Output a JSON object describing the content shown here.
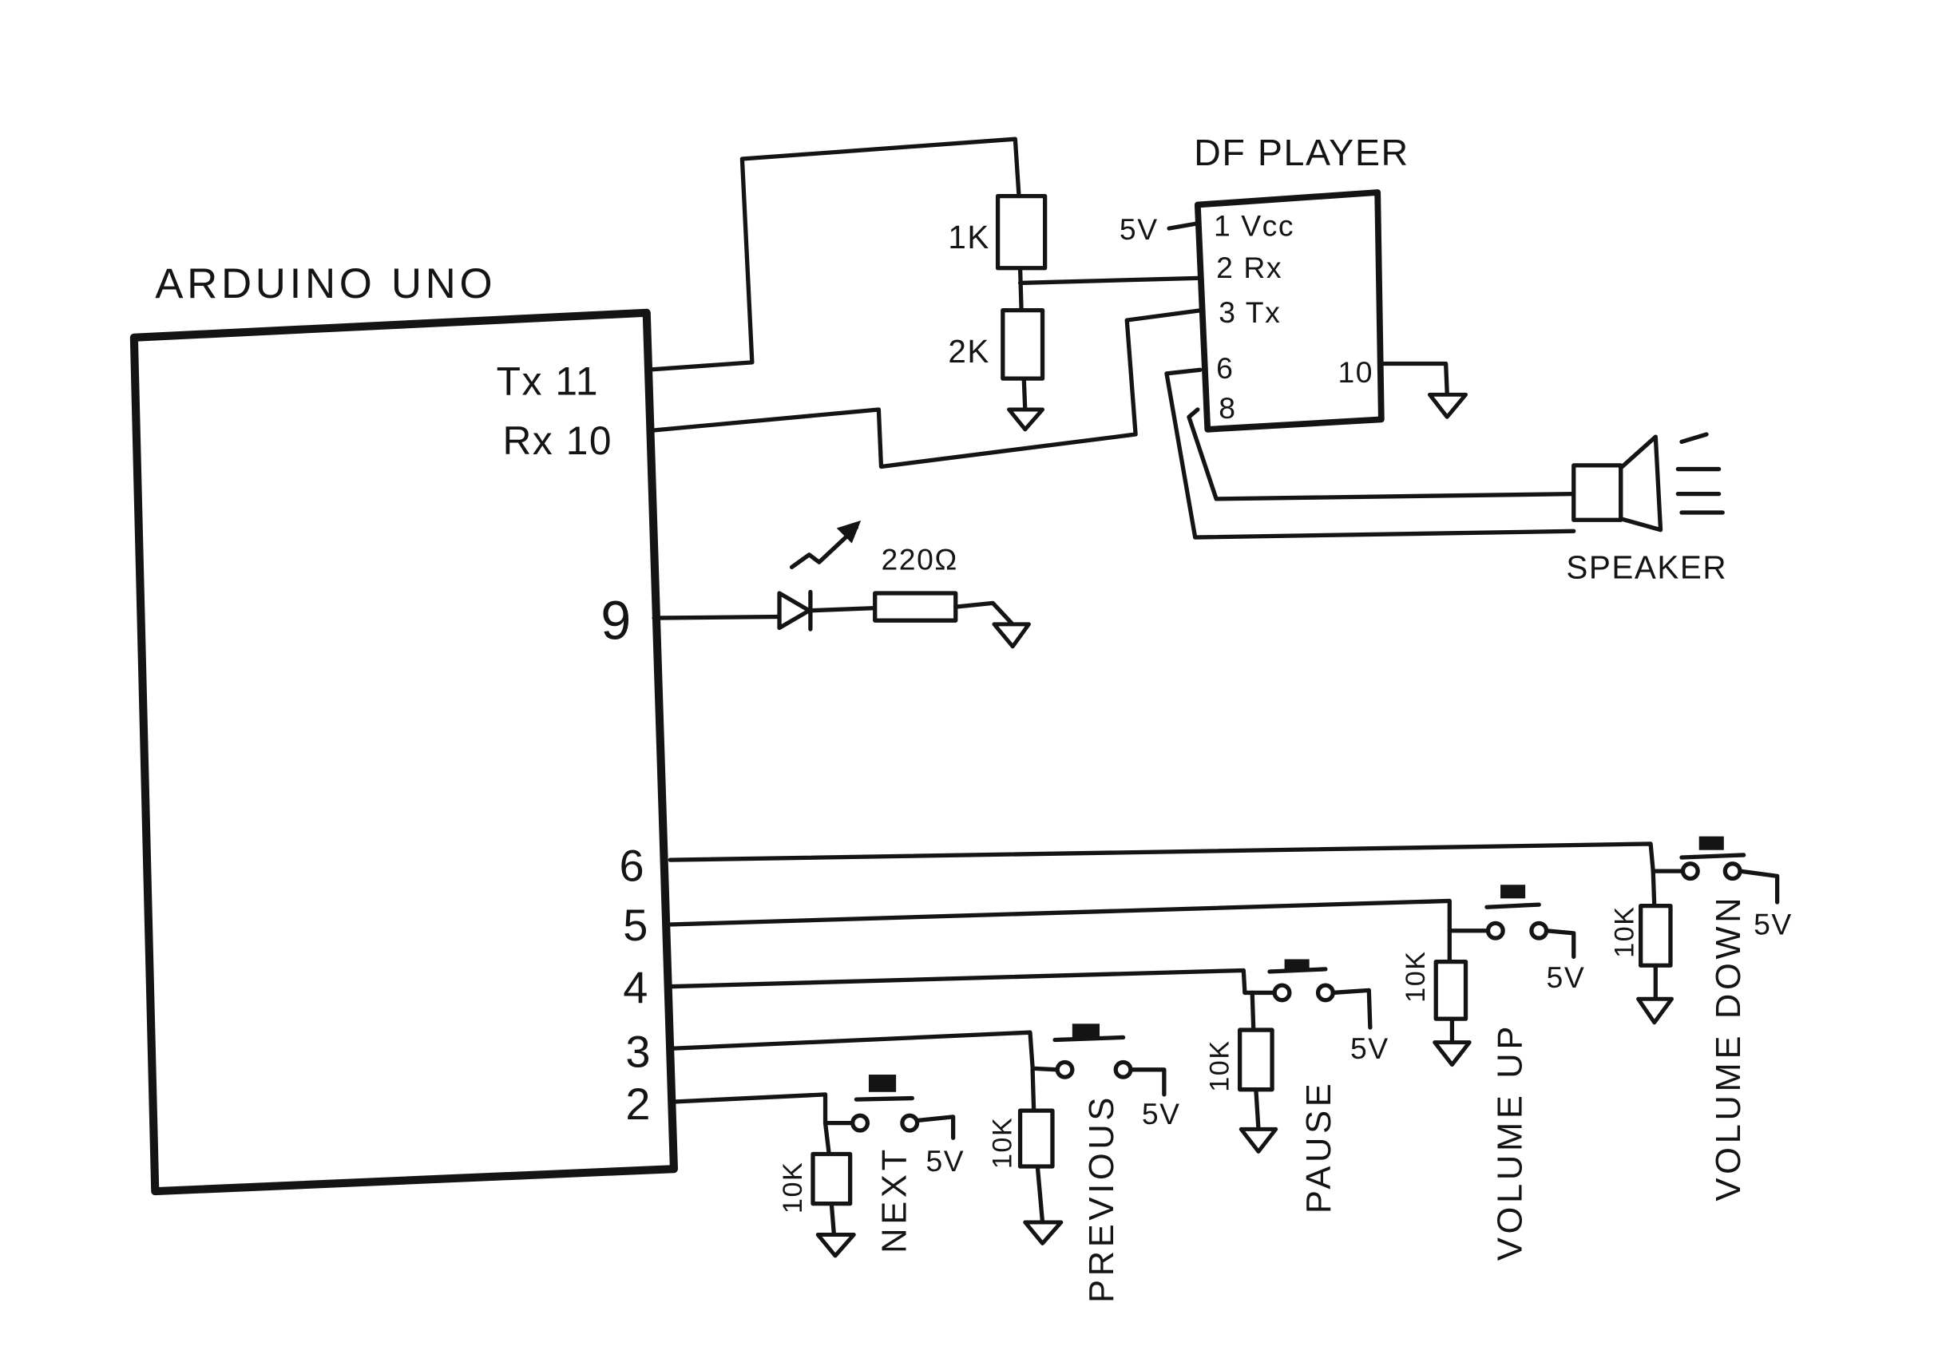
{
  "arduino": {
    "label": "ARDUINO UNO",
    "pins": {
      "tx": "Tx 11",
      "rx": "Rx 10",
      "p9": "9",
      "p6": "6",
      "p5": "5",
      "p4": "4",
      "p3": "3",
      "p2": "2"
    }
  },
  "dfplayer": {
    "label": "DF PLAYER",
    "supply": "5V",
    "pins": {
      "vcc": "1 Vcc",
      "rx": "2 Rx",
      "tx": "3 Tx",
      "p6": "6",
      "p8": "8",
      "p10": "10"
    }
  },
  "divider": {
    "r1": "1K",
    "r2": "2K"
  },
  "led": {
    "resistor": "220Ω"
  },
  "speaker": {
    "label": "SPEAKER"
  },
  "buttons": [
    {
      "label": "NEXT",
      "resistor": "10K",
      "supply": "5V"
    },
    {
      "label": "PREVIOUS",
      "resistor": "10K",
      "supply": "5V"
    },
    {
      "label": "PAUSE",
      "resistor": "10K",
      "supply": "5V"
    },
    {
      "label": "VOLUME UP",
      "resistor": "10K",
      "supply": "5V"
    },
    {
      "label": "VOLUME DOWN",
      "resistor": "10K",
      "supply": "5V"
    }
  ]
}
